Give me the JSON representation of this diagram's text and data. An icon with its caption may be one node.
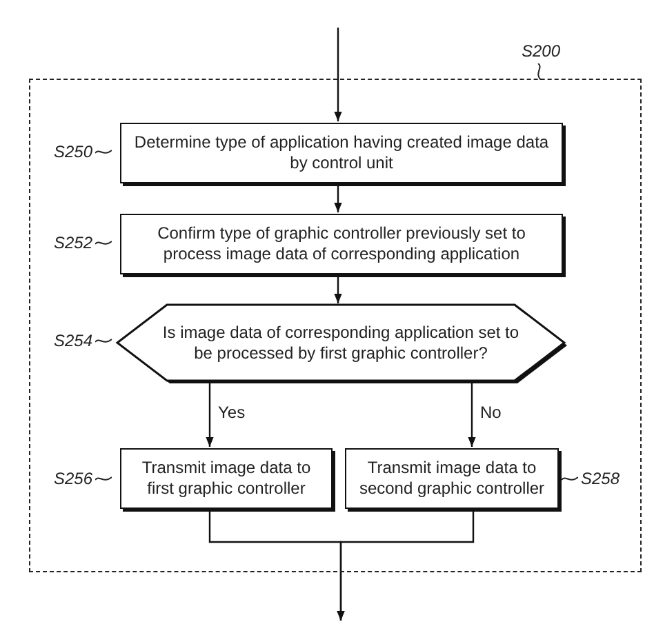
{
  "diagram": {
    "nodes": [
      {
        "text": [],
        "shape": "box",
        "beside": [
          "S200"
        ]
      },
      {
        "text": [
          "Determine type of application having created image data by control unit"
        ],
        "in": 0,
        "beside": [
          "S250"
        ]
      },
      {
        "text": [
          "Confirm type of graphic controller previously set to process image data of corresponding application"
        ],
        "in": 0,
        "beside": [
          "S252"
        ]
      },
      {
        "text": [
          "Is image data of corresponding application set to be processed by first graphic controller?"
        ],
        "in": 0,
        "beside": [
          "S254"
        ]
      },
      {
        "text": [
          "Transmit image data to first graphic controller"
        ],
        "in": 0,
        "beside": [
          "S256"
        ]
      },
      {
        "text": [
          "Transmit image data to second graphic controller"
        ],
        "in": 0,
        "beside": [
          "S258"
        ]
      }
    ],
    "edges": [
      {
        "from": null,
        "to": 1,
        "arrow": "to"
      },
      {
        "from": 1,
        "to": 2,
        "arrow": "to"
      },
      {
        "from": 2,
        "to": 3,
        "arrow": "to"
      },
      {
        "from": 3,
        "to": 4,
        "arrow": "to",
        "label": "Yes"
      },
      {
        "from": 3,
        "to": 5,
        "arrow": "to",
        "label": "No"
      },
      {
        "from": 4,
        "to": null,
        "arrow": "to"
      },
      {
        "from": 5,
        "to": null,
        "arrow": "to"
      }
    ]
  }
}
